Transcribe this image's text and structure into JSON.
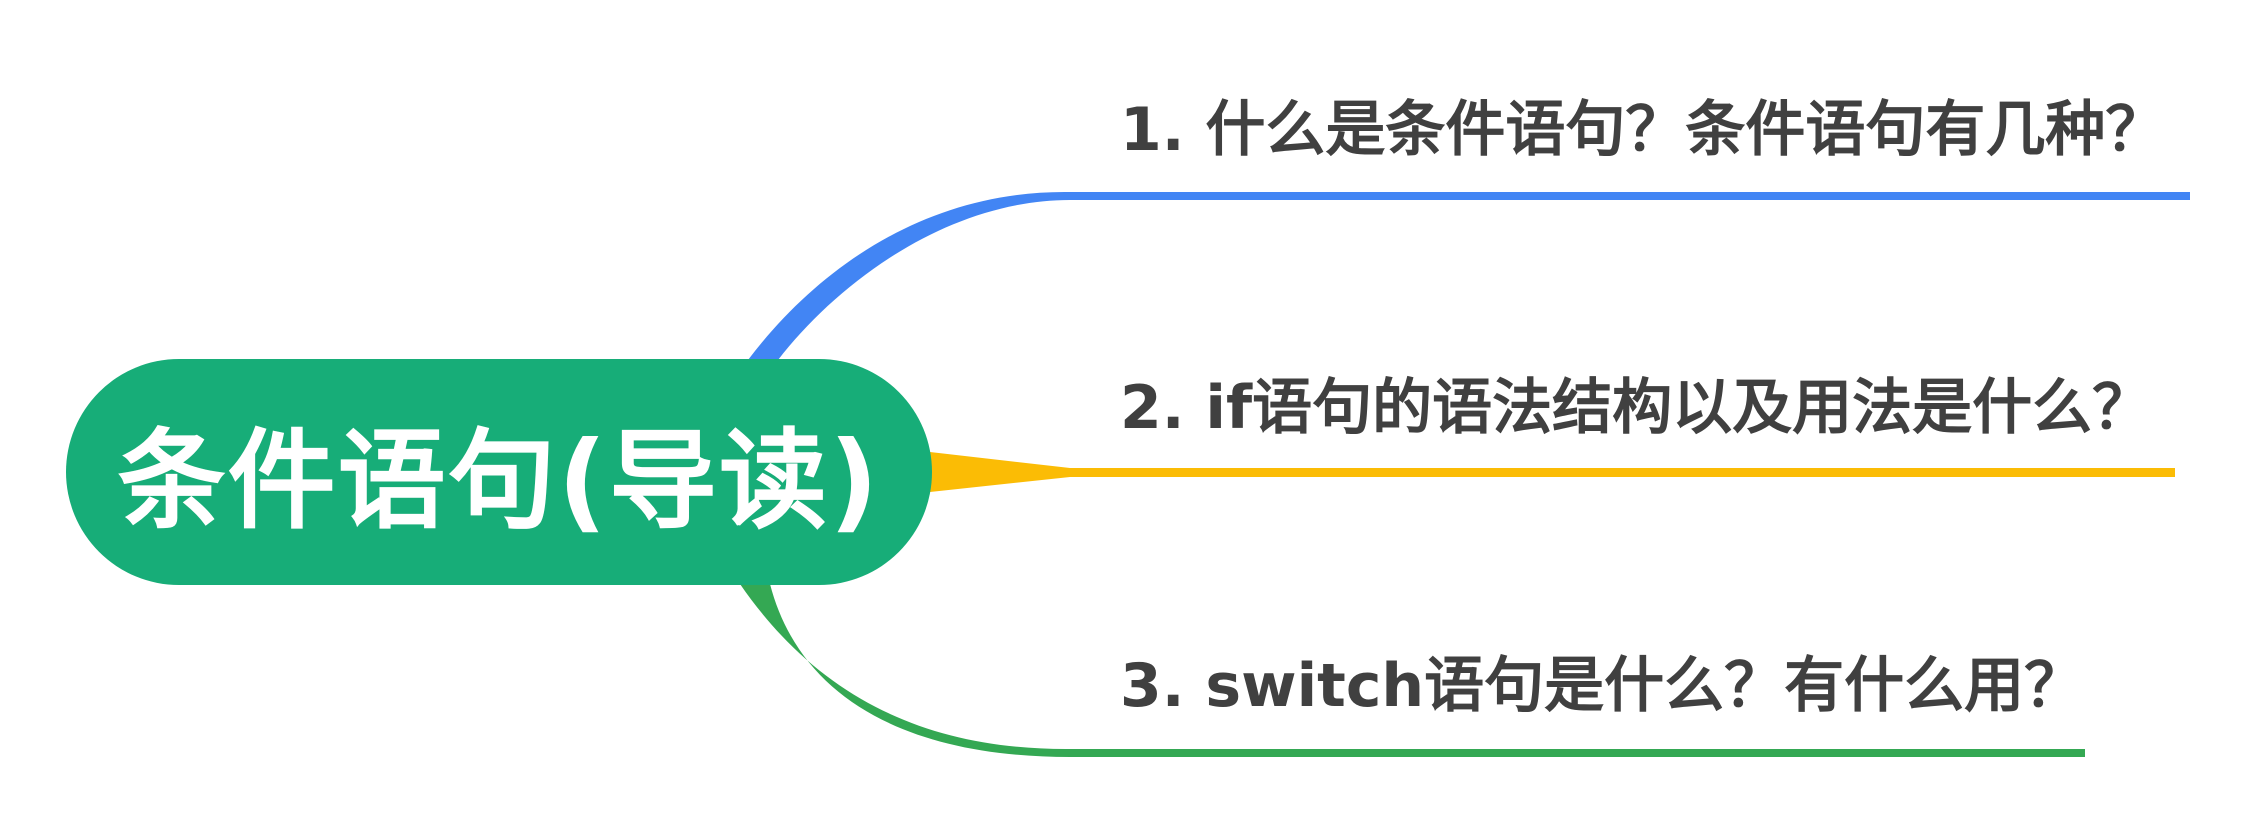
{
  "central": {
    "title": "条件语句(导读)",
    "color": "#17AD78"
  },
  "branches": [
    {
      "label": "1. 什么是条件语句？条件语句有几种？",
      "color": "#4285F4"
    },
    {
      "label": "2. if语句的语法结构以及用法是什么？",
      "color": "#FBBC05"
    },
    {
      "label": "3. switch语句是什么？有什么用？",
      "color": "#34A853"
    }
  ]
}
